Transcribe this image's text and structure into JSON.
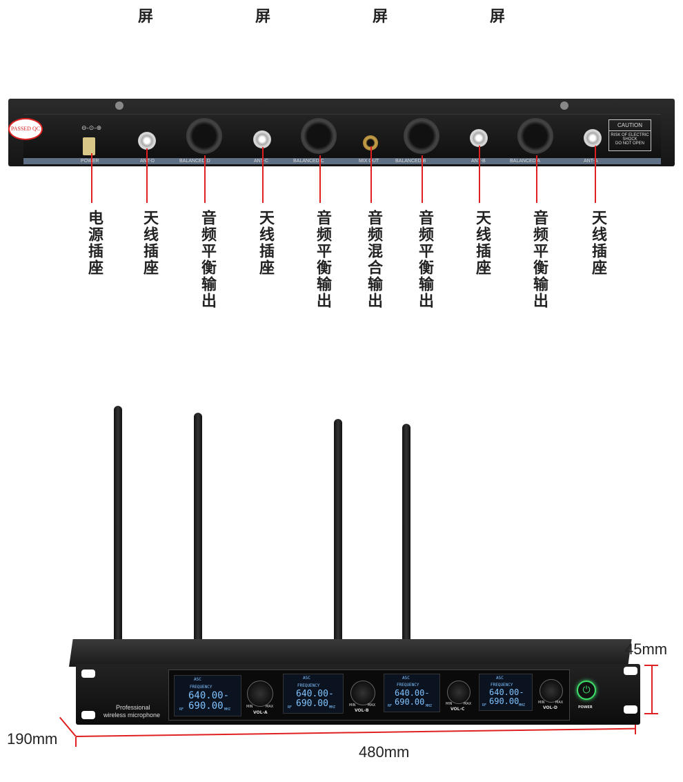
{
  "top_cut_chars": [
    "屏",
    "屏",
    "屏",
    "屏"
  ],
  "rear_panel": {
    "qc_stamp": "PASSED QC",
    "caution": {
      "title": "CAUTION",
      "line1": "RISK OF ELECTRIC SHOCK",
      "line2": "DO NOT OPEN"
    },
    "ports": [
      {
        "label": "POWER",
        "callout": "电源插座",
        "kind": "dc"
      },
      {
        "label": "ANT-D",
        "callout": "天线插座",
        "kind": "bnc"
      },
      {
        "label": "BALANCED D",
        "callout": "音频平衡输出",
        "kind": "xlr"
      },
      {
        "label": "ANT-C",
        "callout": "天线插座",
        "kind": "bnc"
      },
      {
        "label": "BALANCED C",
        "callout": "音频平衡输出",
        "kind": "xlr"
      },
      {
        "label": "MIX OUT",
        "callout": "音频混合输出",
        "kind": "jack"
      },
      {
        "label": "BALANCED B",
        "callout": "音频平衡输出",
        "kind": "xlr"
      },
      {
        "label": "ANT-B",
        "callout": "天线插座",
        "kind": "bnc"
      },
      {
        "label": "BALANCED A",
        "callout": "音频平衡输出",
        "kind": "xlr"
      },
      {
        "label": "ANT-A",
        "callout": "天线插座",
        "kind": "bnc"
      }
    ]
  },
  "front_panel": {
    "brand_line1": "Professional",
    "brand_line2": "wireless microphone",
    "channels": [
      {
        "asc": "ASC",
        "freq_label": "FREQUENCY",
        "freq1": "640.00-",
        "freq2": "690.00",
        "unit": "MHZ",
        "rf": "RF",
        "vol": "VOL-A",
        "min": "MIN",
        "max": "MAX"
      },
      {
        "asc": "ASC",
        "freq_label": "FREQUENCY",
        "freq1": "640.00-",
        "freq2": "690.00",
        "unit": "MHZ",
        "rf": "RF",
        "vol": "VOL-B",
        "min": "MIN",
        "max": "MAX"
      },
      {
        "asc": "ASC",
        "freq_label": "FREQUENCY",
        "freq1": "640.00-",
        "freq2": "690.00",
        "unit": "MHZ",
        "rf": "RF",
        "vol": "VOL-C",
        "min": "MIN",
        "max": "MAX"
      },
      {
        "asc": "ASC",
        "freq_label": "FREQUENCY",
        "freq1": "640.00-",
        "freq2": "690.00",
        "unit": "MHZ",
        "rf": "RF",
        "vol": "VOL-D",
        "min": "MIN",
        "max": "MAX"
      }
    ],
    "power_label": "POWER"
  },
  "dimensions": {
    "height": "45mm",
    "depth": "190mm",
    "width": "480mm"
  },
  "colors": {
    "callout_red": "#e02020",
    "lcd_blue": "#7fc4ff",
    "power_green": "#3fdc6a"
  }
}
